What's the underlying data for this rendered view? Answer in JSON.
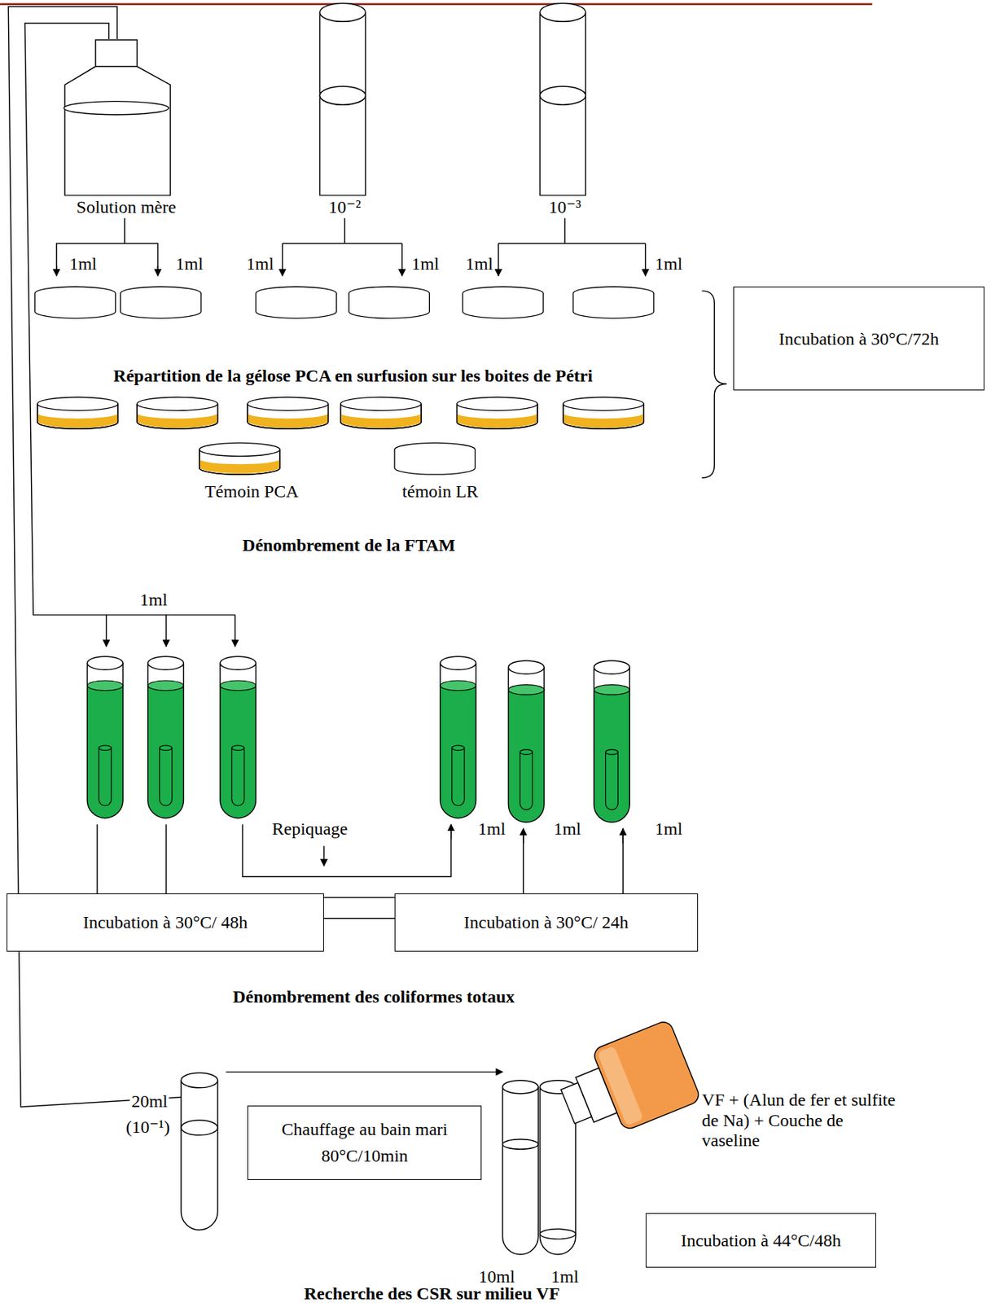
{
  "diagram": {
    "nodes": [
      {
        "text": [
          "Incubation à 30°C/72h"
        ]
      },
      {
        "text": [
          "Incubation à 30°C/ 48h"
        ]
      },
      {
        "text": [
          "Incubation à 30°C/ 24h"
        ]
      },
      {
        "text": [
          "Chauffage au bain mari 80°C/10min"
        ]
      },
      {
        "text": [
          "Incubation à 44°C/48h"
        ]
      }
    ],
    "labels": [
      "Solution mère",
      "10⁻²",
      "10⁻³",
      "1ml",
      "1ml",
      "1ml",
      "1ml",
      "1ml",
      "1ml",
      "Répartition de la gélose PCA en surfusion sur les boites de Pétri",
      "Témoin PCA",
      "témoin LR",
      "Dénombrement de la FTAM",
      "1ml",
      "Repiquage",
      "1ml",
      "1ml",
      "1ml",
      "Dénombrement des coliformes totaux",
      "20ml",
      "(10⁻¹)",
      "VF + (Alun de fer et sulfite de Na) + Couche de vaseline",
      "10ml",
      "1ml",
      "Recherche des CSR sur milieu VF"
    ]
  }
}
